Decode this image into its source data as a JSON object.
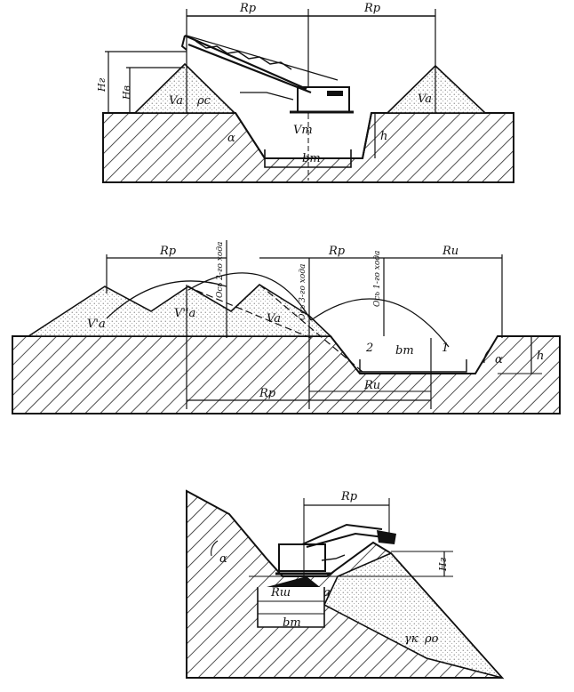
{
  "diagram": {
    "top": {
      "rp_left": "Rр",
      "rp_right": "Rр",
      "hr": "Hг",
      "hb": "Hв",
      "va_left": "Va",
      "va_right": "Va",
      "rho": "ρс",
      "vt": "Vт",
      "h": "h",
      "alpha": "α",
      "bt": "bт"
    },
    "middle": {
      "rp_top_left": "Rр",
      "rp_top_mid": "Rр",
      "ru_top": "Rи",
      "axis1": "Ось 2-го хода",
      "axis2": "Ось 3-го хода",
      "axis3": "Ось 1-го хода",
      "va1": "V'a",
      "va2": "V''a",
      "va3": "Va",
      "num2": "2",
      "num1": "1",
      "bt": "bт",
      "alpha": "α",
      "h": "h",
      "rp_bottom": "Rр",
      "ru_bottom": "Rи"
    },
    "bottom": {
      "rp": "Rр",
      "alpha": "α",
      "hr": "Hг",
      "rsh": "Rш",
      "a": "a",
      "bt": "bт",
      "gamma": "γк",
      "rho": "ρо"
    }
  }
}
